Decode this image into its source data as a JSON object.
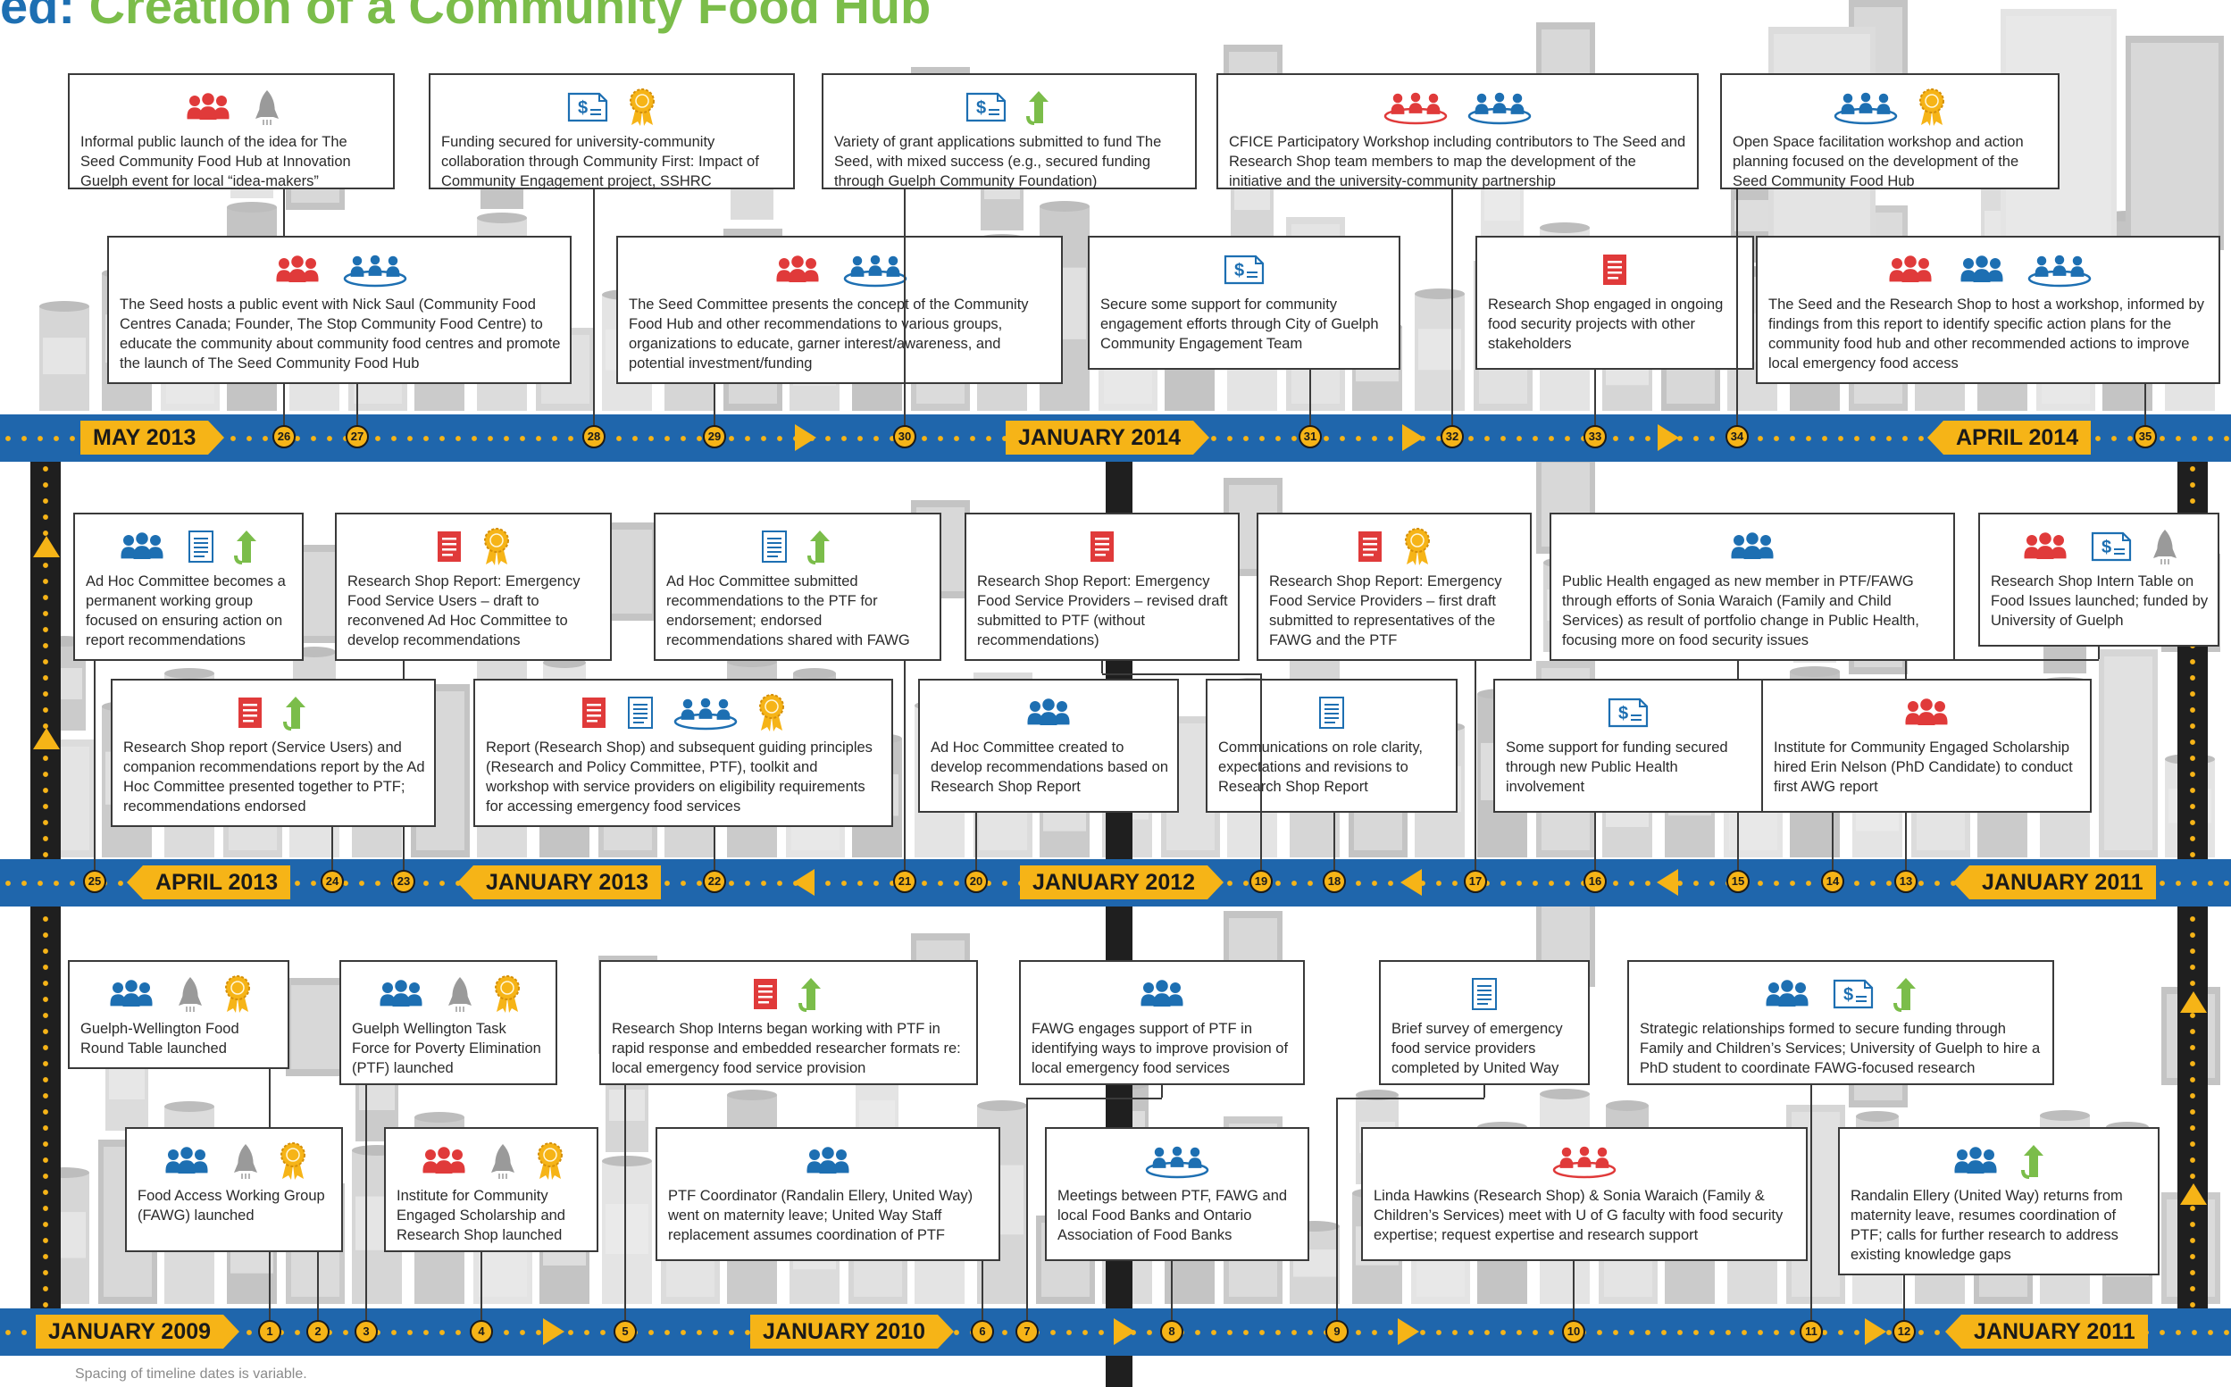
{
  "title": {
    "prefix": "ed:",
    "main": "Creation of a Community Food Hub"
  },
  "colors": {
    "band": "#1f66ac",
    "accent": "#f6b417",
    "red": "#e03a3a",
    "blue": "#1d6fb2",
    "green": "#7bbd4a",
    "gray": "#9a9a9a"
  },
  "date_labels": {
    "row1": [
      "MAY 2013",
      "JANUARY 2014",
      "APRIL 2014"
    ],
    "row2": [
      "APRIL 2013",
      "JANUARY 2013",
      "JANUARY 2012",
      "JANUARY 2011"
    ],
    "row3": [
      "JANUARY 2009",
      "JANUARY 2010",
      "JANUARY 2011"
    ]
  },
  "events": [
    {
      "n": "1",
      "icons": [
        "people-blue-icon",
        "rocket-icon",
        "award-ribbon-icon"
      ],
      "text": "Guelph-Wellington Food Round Table launched"
    },
    {
      "n": "2",
      "icons": [
        "people-blue-icon",
        "rocket-icon",
        "award-ribbon-icon"
      ],
      "text": "Food Access Working Group (FAWG) launched"
    },
    {
      "n": "3",
      "icons": [
        "people-blue-icon",
        "rocket-icon",
        "award-ribbon-icon"
      ],
      "text": "Guelph Wellington Task Force for Poverty Elimination (PTF) launched"
    },
    {
      "n": "4",
      "icons": [
        "people-red-icon",
        "rocket-icon",
        "award-ribbon-icon"
      ],
      "text": "Institute for Community Engaged Scholarship and Research Shop launched"
    },
    {
      "n": "5",
      "icons": [
        "report-red-icon",
        "arrow-up-green-icon"
      ],
      "text": "Research Shop Interns began working with PTF in rapid response and embedded researcher formats re: local emergency food service provision"
    },
    {
      "n": "6",
      "icons": [
        "people-blue-icon"
      ],
      "text": "PTF Coordinator (Randalin Ellery, United Way) went on maternity leave; United Way Staff replacement assumes coordination of PTF"
    },
    {
      "n": "7",
      "icons": [
        "people-blue-icon"
      ],
      "text": "FAWG engages support of PTF in identifying ways to improve provision of local emergency food services"
    },
    {
      "n": "8",
      "icons": [
        "group-blue-icon"
      ],
      "text": "Meetings between PTF, FAWG and local Food Banks and Ontario Association of Food Banks"
    },
    {
      "n": "9",
      "icons": [
        "document-icon"
      ],
      "text": "Brief survey of emergency food service providers completed by United Way"
    },
    {
      "n": "10",
      "icons": [
        "group-red-icon"
      ],
      "text": "Linda Hawkins (Research Shop) & Sonia Waraich (Family & Children’s Services) meet with U of G faculty with food security expertise; request expertise and research support"
    },
    {
      "n": "11",
      "icons": [
        "people-blue-icon",
        "funding-icon",
        "arrow-up-green-icon"
      ],
      "text": "Strategic relationships formed to secure funding through Family and Children’s Services; University of Guelph to hire a PhD student to coordinate FAWG-focused research"
    },
    {
      "n": "12",
      "icons": [
        "people-blue-icon",
        "arrow-up-green-icon"
      ],
      "text": "Randalin Ellery (United Way) returns from maternity leave, resumes coordination of PTF; calls for further research to address existing knowledge gaps"
    },
    {
      "n": "13",
      "icons": [
        "people-red-icon",
        "funding-icon",
        "rocket-icon"
      ],
      "text": "Research Shop Intern Table on Food Issues launched; funded by University of Guelph"
    },
    {
      "n": "14",
      "icons": [
        "people-red-icon"
      ],
      "text": "Institute for Community Engaged Scholarship hired Erin Nelson (PhD Candidate) to conduct first AWG report"
    },
    {
      "n": "15",
      "icons": [
        "people-blue-icon"
      ],
      "text": "Public Health engaged as new member in PTF/FAWG through efforts of Sonia Waraich (Family and Child Services) as result of portfolio change in Public Health, focusing more on food security issues"
    },
    {
      "n": "16",
      "icons": [
        "funding-icon"
      ],
      "text": "Some support for funding secured through new Public Health involvement"
    },
    {
      "n": "17",
      "icons": [
        "report-red-icon",
        "award-ribbon-icon"
      ],
      "text": "Research Shop Report: Emergency Food Service Providers – first draft submitted to representatives of the FAWG and the PTF"
    },
    {
      "n": "18",
      "icons": [
        "document-icon"
      ],
      "text": "Communications on role clarity, expectations and revisions to Research Shop Report"
    },
    {
      "n": "19",
      "icons": [
        "report-red-icon"
      ],
      "text": "Research Shop Report: Emergency Food Service Providers – revised draft submitted to PTF (without recommendations)"
    },
    {
      "n": "20",
      "icons": [
        "people-blue-icon"
      ],
      "text": "Ad Hoc Committee created to develop recommendations based on Research Shop Report"
    },
    {
      "n": "21",
      "icons": [
        "document-icon",
        "arrow-up-green-icon"
      ],
      "text": "Ad Hoc Committee submitted recommendations to the PTF for endorsement; endorsed recommendations shared with FAWG"
    },
    {
      "n": "22",
      "icons": [
        "report-red-icon",
        "document-icon",
        "group-blue-icon",
        "award-ribbon-icon"
      ],
      "text": "Report (Research Shop) and subsequent guiding principles (Research and Policy Committee, PTF), toolkit and workshop with service providers on eligibility requirements for accessing emergency food services"
    },
    {
      "n": "23",
      "icons": [
        "report-red-icon",
        "award-ribbon-icon"
      ],
      "text": "Research Shop Report: Emergency Food Service Users – draft to reconvened Ad Hoc Committee to develop recommendations"
    },
    {
      "n": "24",
      "icons": [
        "report-red-icon",
        "arrow-up-green-icon"
      ],
      "text": "Research Shop report (Service Users) and companion recommendations report by the Ad Hoc Committee presented together to PTF; recommendations endorsed"
    },
    {
      "n": "25",
      "icons": [
        "people-blue-icon",
        "document-icon",
        "arrow-up-green-icon"
      ],
      "text": "Ad Hoc Committee becomes a permanent working group focused on ensuring action on report recommendations"
    },
    {
      "n": "26",
      "icons": [
        "people-red-icon",
        "rocket-icon"
      ],
      "text": "Informal public launch of the idea for The Seed Community Food Hub at Innovation Guelph event for local “idea-makers”"
    },
    {
      "n": "27",
      "icons": [
        "people-red-icon",
        "group-blue-icon"
      ],
      "text": "The Seed hosts a public event with Nick Saul (Community Food Centres Canada; Founder, The Stop Community Food Centre) to educate the community about community food centres and promote the launch  of The Seed Community Food Hub"
    },
    {
      "n": "28",
      "icons": [
        "funding-icon",
        "award-ribbon-icon"
      ],
      "text": "Funding secured for university-community collaboration through Community First: Impact of Community Engagement project, SSHRC"
    },
    {
      "n": "29",
      "icons": [
        "people-red-icon",
        "group-blue-icon"
      ],
      "text": "The Seed Committee presents the concept of the Community Food Hub and other recommendations to various groups, organizations to educate, garner interest/awareness, and potential investment/funding"
    },
    {
      "n": "30",
      "icons": [
        "funding-icon",
        "arrow-up-green-icon"
      ],
      "text": "Variety of grant applications submitted to fund The Seed, with mixed success (e.g., secured funding through Guelph Community Foundation)"
    },
    {
      "n": "31",
      "icons": [
        "funding-icon"
      ],
      "text": "Secure some support for community engagement efforts through City of Guelph Community Engagement Team"
    },
    {
      "n": "32",
      "icons": [
        "group-red-icon",
        "group-blue-icon"
      ],
      "text": "CFICE Participatory Workshop including contributors to The Seed and Research Shop team members to map the development of the initiative and the university-community partnership"
    },
    {
      "n": "33",
      "icons": [
        "report-red-icon"
      ],
      "text": "Research Shop engaged in ongoing food security projects with other stakeholders"
    },
    {
      "n": "34",
      "icons": [
        "group-blue-icon",
        "award-ribbon-icon"
      ],
      "text": "Open Space facilitation workshop and action planning focused on the development of the Seed Community Food Hub"
    },
    {
      "n": "35",
      "icons": [
        "people-red-icon",
        "people-blue-icon",
        "group-blue-icon"
      ],
      "text": "The Seed and the Research Shop to host a workshop, informed by findings from this report to identify specific action plans for the community food hub and other recommended actions to improve local emergency food access"
    }
  ],
  "footnote": "Spacing of timeline dates is variable."
}
